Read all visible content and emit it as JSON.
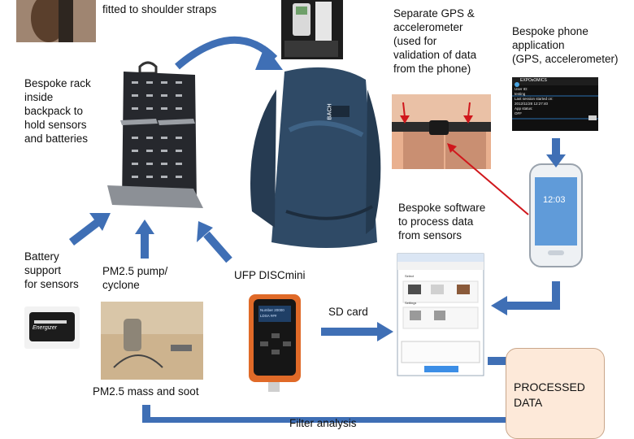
{
  "labels": {
    "shoulder_straps": "fitted to shoulder straps",
    "rack": "Bespoke rack\ninside\nbackpack to\nhold sensors\nand batteries",
    "gps_accel": "Separate GPS &\naccelerometer\n(used for\nvalidation of data\nfrom the phone)",
    "phone_app": "Bespoke phone\napplication\n(GPS, accelerometer)",
    "battery": "Battery\nsupport\nfor sensors",
    "pump": "PM2.5 pump/\ncyclone",
    "ufp": "UFP DISCmini",
    "software": "Bespoke software\nto process data\nfrom sensors",
    "sd_card": "SD card",
    "pm_mass": "PM2.5 mass and soot",
    "processed": "PROCESSED\nDATA",
    "filter": "Filter analysis"
  },
  "images": {
    "backpack_brand": "BACH",
    "battery_brand": "Energizer",
    "phone_app_title": "EXPOsOMICS",
    "phone_app_rows": [
      "User ID:",
      "testing",
      "Last session started on:",
      "2012/11/28 12:27:40",
      "App status:",
      "OFF"
    ],
    "phone_clock": "12:03",
    "software_sections": [
      "Select",
      "Settings"
    ],
    "disc_screen": [
      "Number  20000",
      "LDSA  ###"
    ]
  },
  "colors": {
    "arrow": "#3f6fb5",
    "red_pointer": "#d0171c",
    "processed_fill": "#fde9d9"
  }
}
